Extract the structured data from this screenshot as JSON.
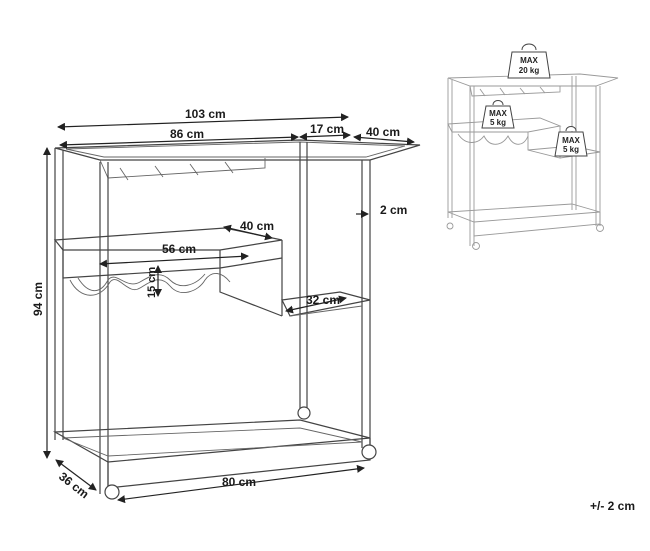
{
  "dimensions": {
    "total_width": "103 cm",
    "inner_width": "86 cm",
    "extension": "17 cm",
    "depth_top": "40 cm",
    "frame_thickness": "2 cm",
    "shelf_depth": "40 cm",
    "shelf_width": "56 cm",
    "wine_holder_height": "15 cm",
    "small_shelf": "32 cm",
    "height": "94 cm",
    "base_depth": "36 cm",
    "base_width": "80 cm"
  },
  "load_limits": {
    "top": {
      "label": "MAX",
      "value": "20 kg"
    },
    "middle": {
      "label": "MAX",
      "value": "5 kg"
    },
    "side": {
      "label": "MAX",
      "value": "5 kg"
    }
  },
  "tolerance": "+/- 2 cm"
}
